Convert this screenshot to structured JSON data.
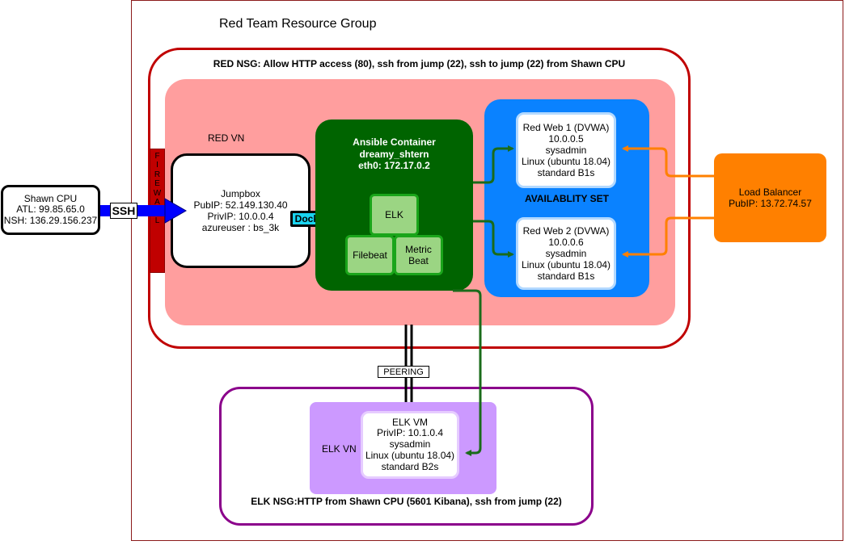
{
  "resource_group": {
    "title": "Red Team Resource Group"
  },
  "red_nsg": {
    "label": "RED NSG: Allow HTTP access (80), ssh from jump (22), ssh to jump (22) from Shawn CPU"
  },
  "red_vn": {
    "label": "RED VN"
  },
  "firewall": {
    "label": "F\nI\nR\nE\nW\nA\nL\nL"
  },
  "jumpbox": {
    "lines": [
      "Jumpbox",
      "PubIP: 52.149.130.40",
      "PrivIP: 10.0.0.4",
      "azureuser : bs_3k"
    ]
  },
  "docker": {
    "label": "Docker"
  },
  "ansible": {
    "lines": [
      "Ansible Container",
      "dreamy_shtern",
      "eth0: 172.17.0.2"
    ]
  },
  "containers": {
    "elk": "ELK",
    "filebeat": "Filebeat",
    "metricbeat": [
      "Metric",
      "Beat"
    ]
  },
  "availability_set": {
    "label": "AVAILABLITY SET"
  },
  "web1": {
    "lines": [
      "Red Web 1 (DVWA)",
      "10.0.0.5",
      "sysadmin",
      "Linux (ubuntu 18.04)",
      "standard B1s"
    ]
  },
  "web2": {
    "lines": [
      "Red Web 2 (DVWA)",
      "10.0.0.6",
      "sysadmin",
      "Linux (ubuntu 18.04)",
      "standard B1s"
    ]
  },
  "load_balancer": {
    "lines": [
      "Load Balancer",
      "PubIP: 13.72.74.57"
    ]
  },
  "shawn_cpu": {
    "lines": [
      "Shawn CPU",
      "ATL: 99.85.65.0",
      "NSH: 136.29.156.237"
    ]
  },
  "ssh": {
    "label": "SSH"
  },
  "peering": {
    "label": "PEERING"
  },
  "elk_nsg": {
    "label": "ELK NSG:HTTP from Shawn CPU (5601 Kibana), ssh from jump (22)"
  },
  "elk_vn": {
    "label": "ELK VN"
  },
  "elk_vm": {
    "lines": [
      "ELK VM",
      "PrivIP: 10.1.0.4",
      "sysadmin",
      "Linux (ubuntu 18.04)",
      "standard B2s"
    ]
  },
  "colors": {
    "red_border": "#c00000",
    "red_vn_fill": "#ff9e9e",
    "ansible_fill": "#006400",
    "tile_fill": "#9bd583",
    "avail_fill": "#0a82ff",
    "lb_fill": "#ff8000",
    "docker_fill": "#19d4f0",
    "elk_border": "#8b008b",
    "elk_vn_fill": "#cc99ff",
    "ssh_arrow": "#0000ff",
    "green_link": "#1a6b1a",
    "orange_link": "#ff8000"
  }
}
